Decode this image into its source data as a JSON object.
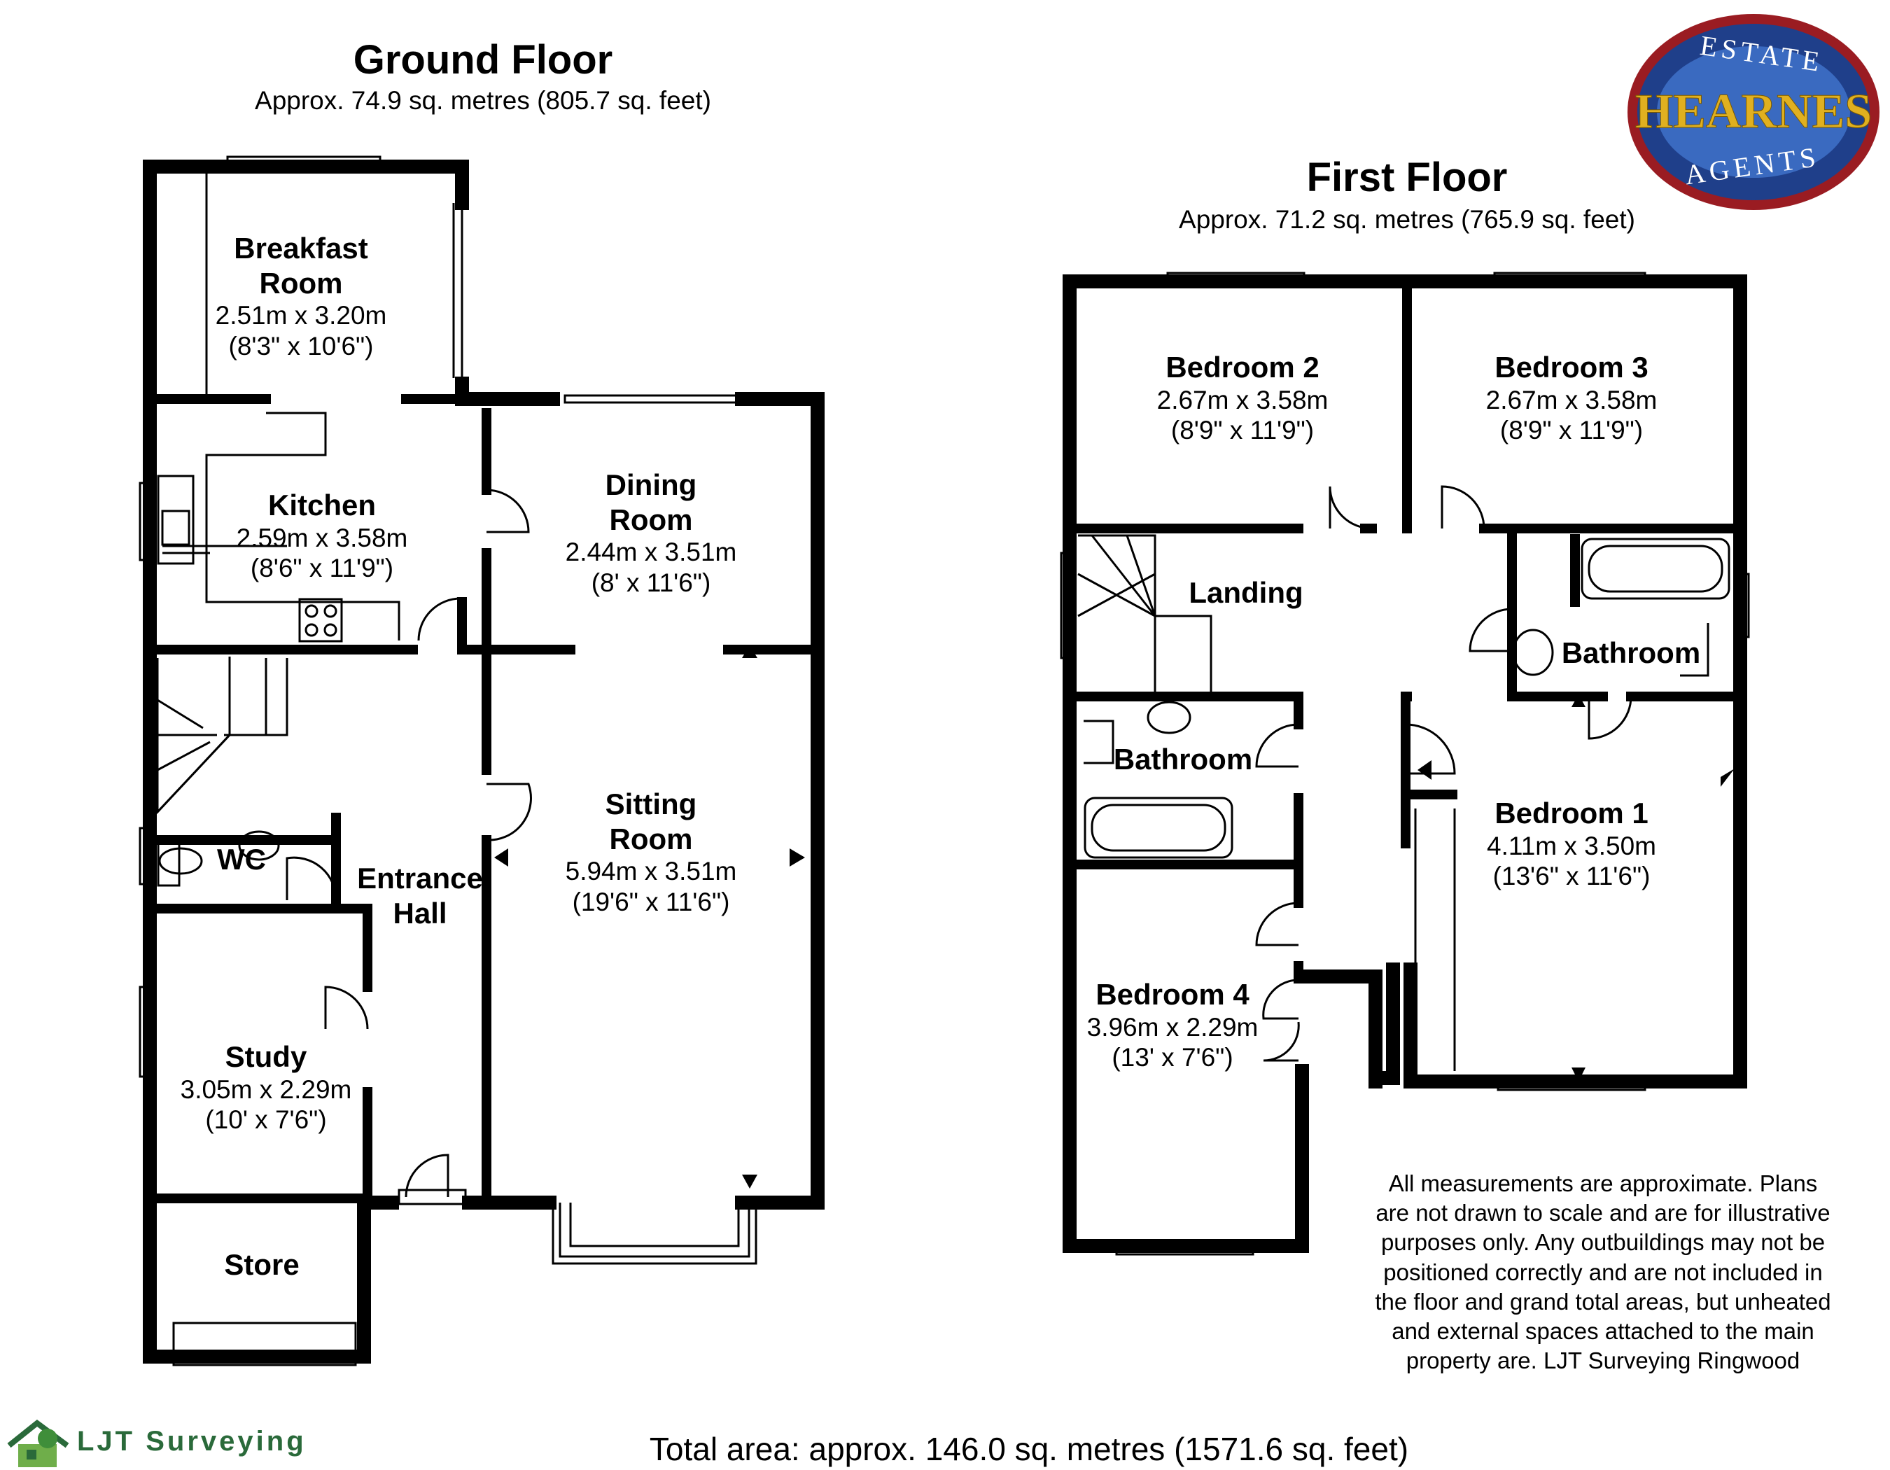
{
  "ground_floor": {
    "title": "Ground Floor",
    "area": "Approx.  74.9 sq. metres (805.7 sq. feet)",
    "rooms": {
      "breakfast": {
        "name_1": "Breakfast",
        "name_2": "Room",
        "metric": "2.51m x 3.20m",
        "imperial": "(8'3\" x 10'6\")"
      },
      "kitchen": {
        "name": "Kitchen",
        "metric": "2.59m x 3.58m",
        "imperial": "(8'6\" x 11'9\")"
      },
      "dining": {
        "name_1": "Dining",
        "name_2": "Room",
        "metric": "2.44m x 3.51m",
        "imperial": "(8' x 11'6\")"
      },
      "sitting": {
        "name_1": "Sitting",
        "name_2": "Room",
        "metric": "5.94m x 3.51m",
        "imperial": "(19'6\" x 11'6\")"
      },
      "wc": {
        "name": "WC"
      },
      "entrance": {
        "name_1": "Entrance",
        "name_2": "Hall"
      },
      "study": {
        "name": "Study",
        "metric": "3.05m x 2.29m",
        "imperial": "(10' x 7'6\")"
      },
      "store": {
        "name": "Store"
      }
    }
  },
  "first_floor": {
    "title": "First Floor",
    "area": "Approx.  71.2 sq. metres (765.9 sq. feet)",
    "rooms": {
      "bedroom2": {
        "name": "Bedroom 2",
        "metric": "2.67m x 3.58m",
        "imperial": "(8'9\" x 11'9\")"
      },
      "bedroom3": {
        "name": "Bedroom 3",
        "metric": "2.67m x 3.58m",
        "imperial": "(8'9\" x 11'9\")"
      },
      "landing": {
        "name": "Landing"
      },
      "bathroom_right": {
        "name": "Bathroom"
      },
      "bathroom_left": {
        "name": "Bathroom"
      },
      "bedroom1": {
        "name": "Bedroom 1",
        "metric": "4.11m x 3.50m",
        "imperial": "(13'6\" x 11'6\")"
      },
      "bedroom4": {
        "name": "Bedroom 4",
        "metric": "3.96m x 2.29m",
        "imperial": "(13' x 7'6\")"
      }
    }
  },
  "disclaimer": "All measurements are approximate. Plans are not drawn to scale and are for illustrative purposes only. Any outbuildings may not be positioned correctly and are not included in the floor and grand total areas, but unheated and external spaces attached to the main property are. LJT Surveying Ringwood",
  "total_area": "Total area: approx. 146.0 sq. metres (1571.6 sq. feet)",
  "surveyor": "LJT Surveying",
  "logo": {
    "top": "ESTATE",
    "main": "HEARNES",
    "bottom": "AGENTS"
  },
  "colors": {
    "wall": "#000000",
    "logo_blue": "#1f3f8a",
    "logo_gold": "#e0b020",
    "logo_red": "#9a1c22",
    "ljt_green": "#2a6a3a"
  }
}
